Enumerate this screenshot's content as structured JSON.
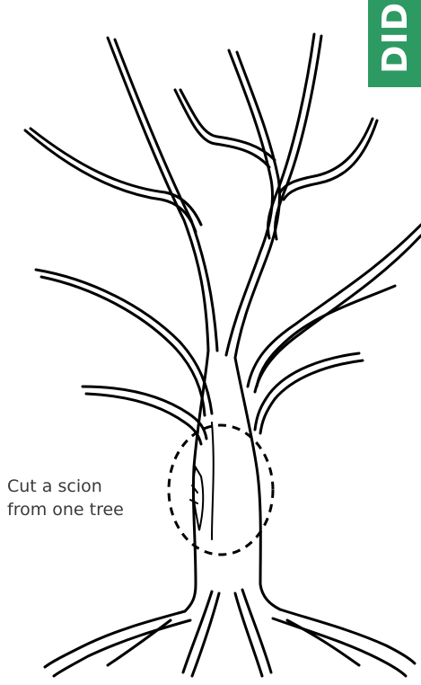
{
  "badge": {
    "text": "DID Y",
    "color": "#2e9a63"
  },
  "callout": {
    "line1": "Cut a scion",
    "line2": "from one tree"
  },
  "colors": {
    "outline": "#000000",
    "fill": "#ffffff",
    "text": "#3a3a3a"
  },
  "icons": {
    "tree": "tree-outline-icon",
    "cut_marker": "dashed-oval-icon",
    "scion": "scion-cut-icon"
  }
}
